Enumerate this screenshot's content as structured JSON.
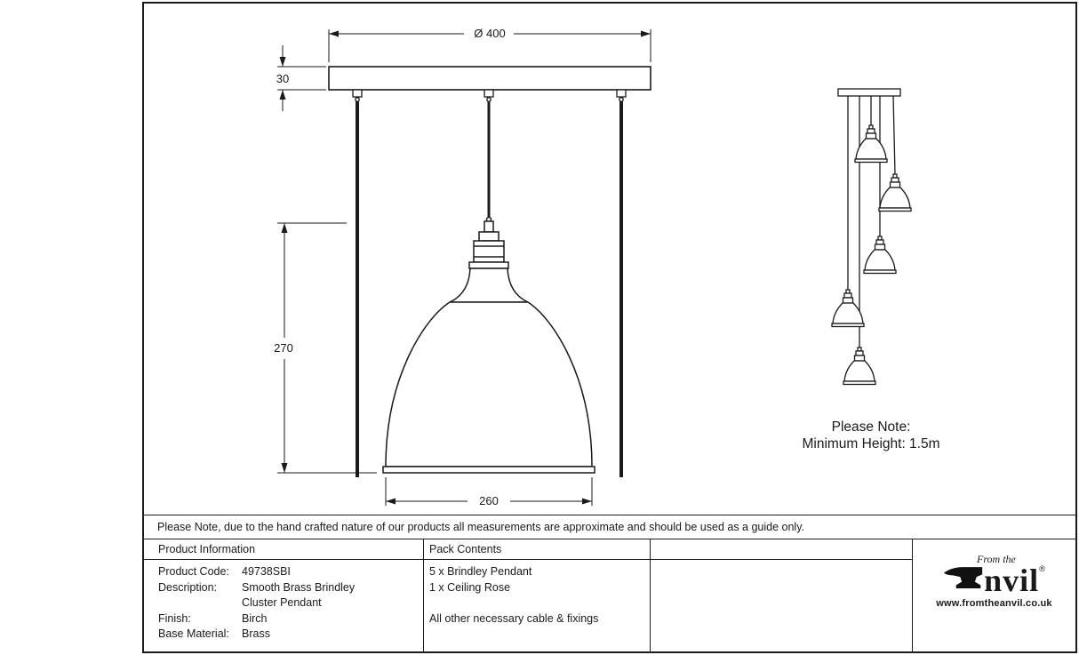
{
  "drawing": {
    "dim_diameter": "Ø 400",
    "dim_thickness": "30",
    "dim_height": "270",
    "dim_width": "260",
    "cluster_note": {
      "title": "Please Note:",
      "body": "Minimum Height: 1.5m"
    }
  },
  "footer": {
    "disclaimer": "Please Note, due to the hand crafted nature of our products all measurements are approximate and should be used as a guide only.",
    "product_info": {
      "header": "Product Information",
      "rows": [
        {
          "label": "Product Code:",
          "value": "49738SBI"
        },
        {
          "label": "Description:",
          "value": "Smooth Brass Brindley"
        },
        {
          "label": "",
          "value": "Cluster Pendant"
        },
        {
          "label": "Finish:",
          "value": "Birch"
        },
        {
          "label": "Base Material:",
          "value": "Brass"
        }
      ]
    },
    "pack_contents": {
      "header": "Pack Contents",
      "lines": [
        "5 x Brindley Pendant",
        "1 x Ceiling Rose",
        "",
        "All other necessary cable & fixings"
      ]
    },
    "logo": {
      "from_the": "From the",
      "name": "nvil",
      "registered": "®",
      "url": "www.fromtheanvil.co.uk"
    }
  }
}
